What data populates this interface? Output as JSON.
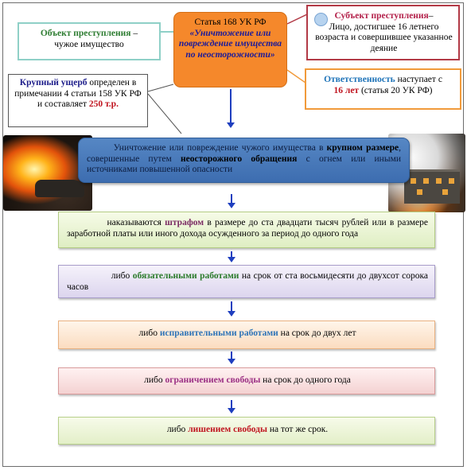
{
  "object_box": {
    "label": "Объект преступления",
    "rest": " –",
    "line2": "чужое имущество"
  },
  "statute_box": {
    "title": "Статья 168 УК РФ",
    "description": "«Уничтожение или повреждение имущества по неосторожности»"
  },
  "subject_box": {
    "label": "Субъект преступления",
    "rest": "–",
    "text": "Лицо, достигшее 16 летнего возраста и совершившее указанное деяние"
  },
  "damage_box": {
    "label": "Крупный ущерб",
    "text1": " определен в примечании 4 статьи 158 УК РФ",
    "text2": "и составляет ",
    "amount": "250 т.р."
  },
  "responsibility_box": {
    "label": "Ответственность",
    "text1": " наступает с",
    "age": "16 лет",
    "text2": " (статья 20 УК РФ)"
  },
  "main_box": {
    "part1": "Уничтожение или повреждение чужого имущества в ",
    "k1": "крупном размере",
    "part2": ", совершенные путем ",
    "k2": "неосторожного обращения",
    "part3": " с огнем или иными источниками повышенной опасности"
  },
  "penalties": [
    {
      "before": "наказываются ",
      "key": "штрафом",
      "after": " в размере до ста двадцати тысяч рублей или в размере заработной платы или иного дохода осужденного  за период до одного года"
    },
    {
      "before": "либо ",
      "key": "обязательными работами",
      "after": " на срок от ста восьмидесяти до двухсот сорока часов"
    },
    {
      "before": "либо ",
      "key": "исправительными работами",
      "after": " на срок до двух лет"
    },
    {
      "before": "либо ",
      "key": "ограничением свободы",
      "after": " на срок до одного года"
    },
    {
      "before": "либо ",
      "key": "лишением свободы",
      "after": " на тот же срок."
    }
  ],
  "images": {
    "left": "burning-car-photo",
    "right": "burning-building-photo"
  },
  "colors": {
    "statute_bg": "#f5882b",
    "main_bg": "#4a7cbc",
    "arrow": "#1f3fbf"
  }
}
